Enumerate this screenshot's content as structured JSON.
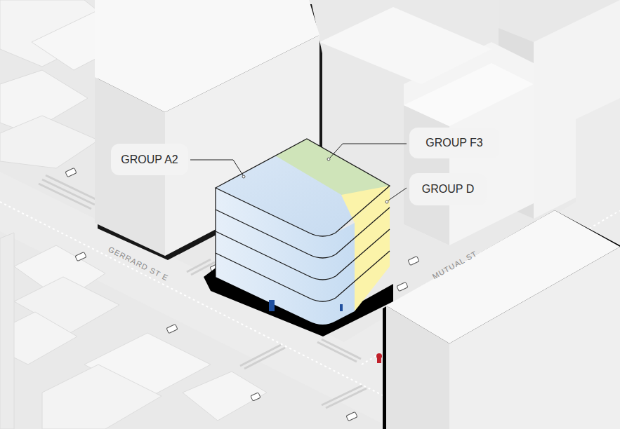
{
  "diagram": {
    "nodes": [
      {
        "text": [
          "GROUP A2"
        ]
      },
      {
        "text": [
          "GROUP F3"
        ]
      },
      {
        "text": [
          "GROUP D"
        ]
      }
    ],
    "labels": [
      "GERRARD ST E",
      "MUTUAL ST"
    ]
  }
}
